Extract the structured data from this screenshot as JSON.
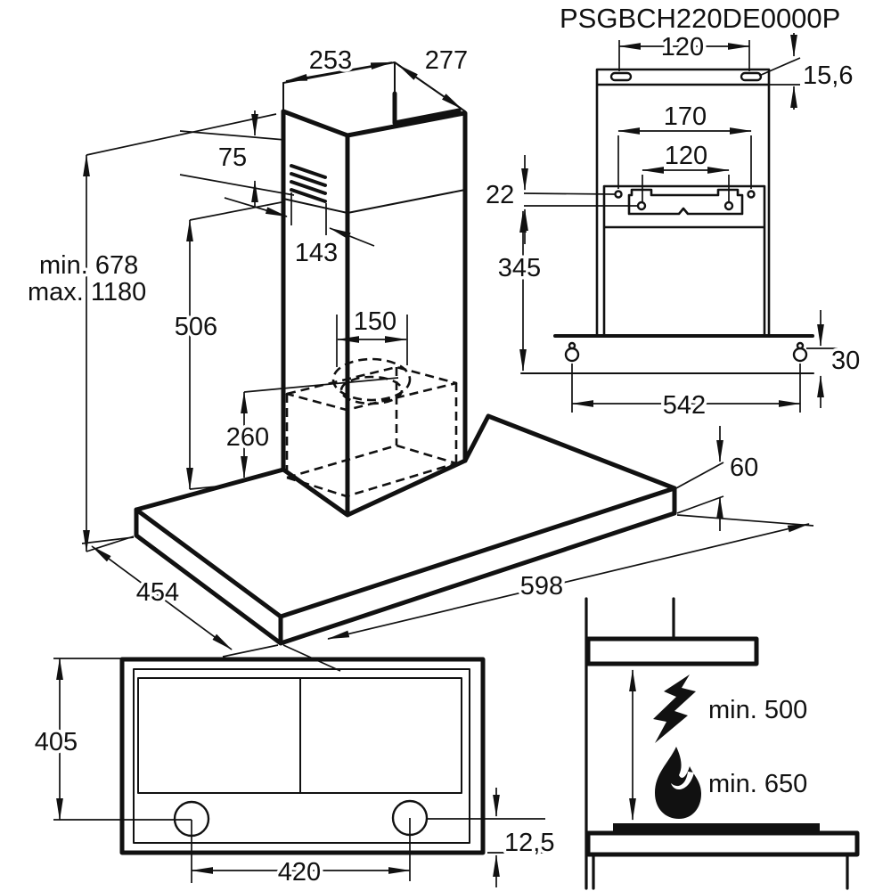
{
  "title": {
    "product_code": "PSGBCH220DE0000P"
  },
  "views": {
    "isometric": {
      "dims": {
        "chimney_top_width": "253",
        "chimney_top_depth": "277",
        "grille_offset": "75",
        "grille_width": "143",
        "height_min": "min. 678",
        "height_max": "max. 1180",
        "chimney_height": "506",
        "duct_diameter": "150",
        "motor_box_height": "260",
        "canopy_depth": "454",
        "canopy_width": "598",
        "canopy_thickness": "60"
      }
    },
    "rear": {
      "dims": {
        "top_slot_spacing": "120",
        "flange_height": "15,6",
        "bracket_hole_outer": "170",
        "bracket_hole_inner": "120",
        "hole_offset": "22",
        "body_to_screw": "345",
        "screw_offset": "30",
        "lower_screw_spacing": "542"
      }
    },
    "front": {
      "dims": {
        "body_depth": "405",
        "lamp_spacing": "420",
        "lamp_edge_offset": "12,5"
      }
    },
    "clearance": {
      "electric_hob": "min. 500",
      "gas_hob": "min. 650"
    }
  }
}
